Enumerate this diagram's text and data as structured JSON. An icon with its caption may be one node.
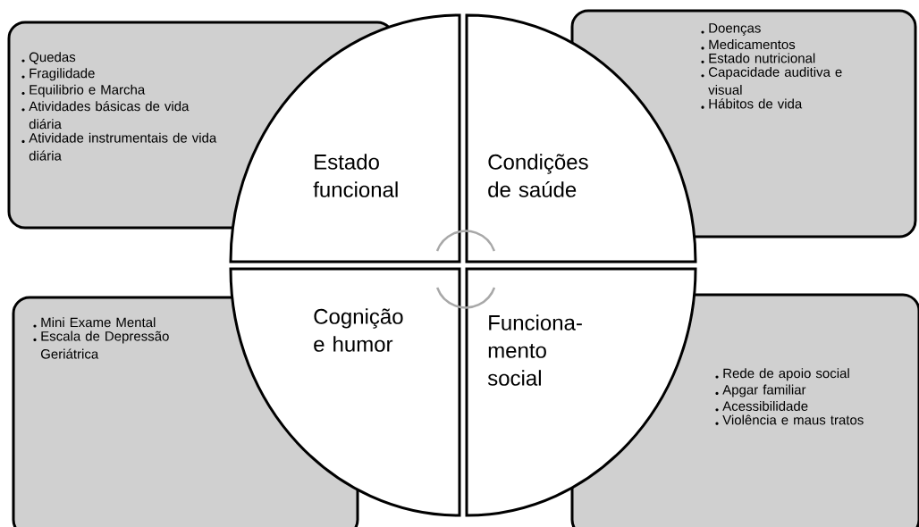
{
  "diagram": {
    "nodes": [
      {
        "text": [
          "Quedas",
          "Fragilidade",
          "Equilibrio e Marcha",
          "Atividades básicas de vida diária",
          "Atividade instrumentais de vida diária"
        ]
      },
      {
        "text": [
          "Estado funcional"
        ]
      },
      {
        "text": [
          "Condições de saúde"
        ]
      },
      {
        "text": [
          "Doenças",
          "Medicamentos",
          "Estado nutricional",
          "Capacidade auditiva e visual",
          "Hábitos de vida"
        ]
      },
      {
        "text": [
          "Mini Exame Mental",
          "Escala de Depressão Geriátrica"
        ]
      },
      {
        "text": [
          "Cognição e humor"
        ]
      },
      {
        "text": [
          "Funciona- mento social"
        ]
      },
      {
        "text": [
          "Rede de apoio social",
          "Apgar familiar",
          "Acessibilidade",
          "Violência e maus tratos"
        ]
      }
    ]
  }
}
